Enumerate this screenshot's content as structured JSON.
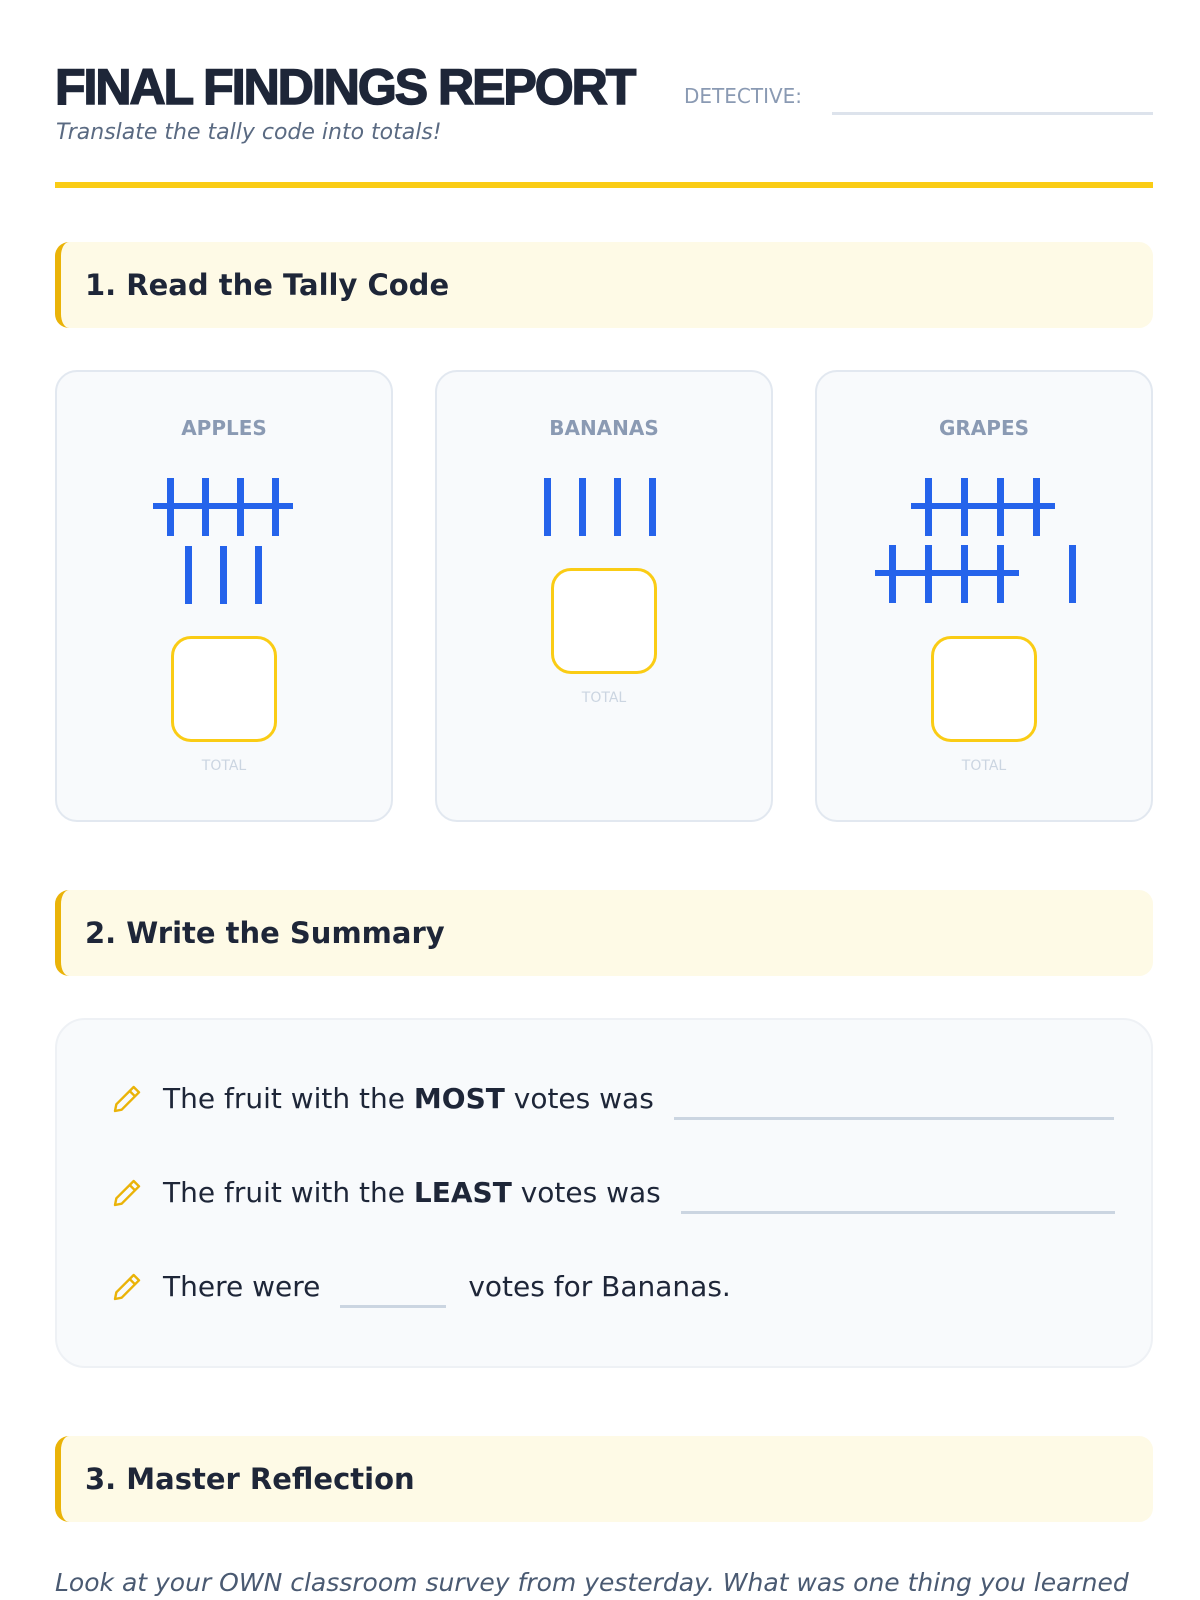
{
  "header": {
    "title": "FINAL FINDINGS REPORT",
    "detective_label": "DETECTIVE:",
    "subtitle": "Translate the tally code into totals!"
  },
  "sections": [
    {
      "label": "1. Read the Tally Code"
    },
    {
      "label": "2. Write the Summary"
    },
    {
      "label": "3. Master Reflection"
    }
  ],
  "tally_cards": [
    {
      "label": "APPLES",
      "tally_count": 8,
      "total_label": "TOTAL"
    },
    {
      "label": "BANANAS",
      "tally_count": 4,
      "total_label": "TOTAL"
    },
    {
      "label": "GRAPES",
      "tally_count": 11,
      "total_label": "TOTAL"
    }
  ],
  "summary": [
    {
      "pre": "The fruit with the ",
      "bold": "MOST",
      "post": " votes was"
    },
    {
      "pre": "The fruit with the ",
      "bold": "LEAST",
      "post": " votes was"
    },
    {
      "pre": "There were",
      "post": "votes for Bananas."
    }
  ],
  "reflection": {
    "prompt": "Look at your OWN classroom survey from yesterday. What was one thing you learned"
  },
  "colors": {
    "accent": "#facc15",
    "tally": "#2563eb",
    "section_bg": "#fefae6"
  }
}
